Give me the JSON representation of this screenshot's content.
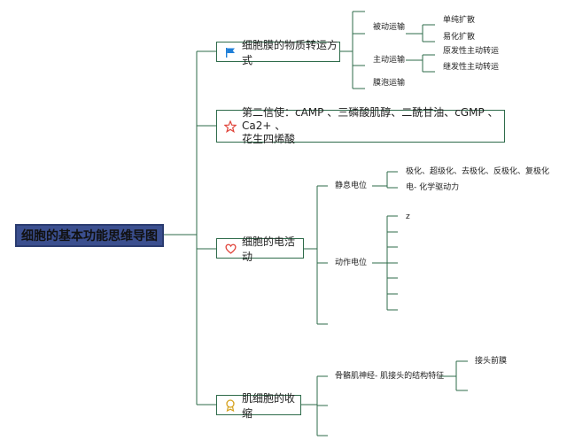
{
  "root": {
    "label": "细胞的基本功能思维导图"
  },
  "branches": {
    "transport": {
      "label": "细胞膜的物质转运方式",
      "icon": "flag-icon",
      "passive": {
        "label": "被动运输",
        "items": [
          "单纯扩散",
          "易化扩散"
        ]
      },
      "active": {
        "label": "主动运输",
        "items": [
          "原发性主动转运",
          "继发性主动转运"
        ]
      },
      "vesicle": {
        "label": "膜泡运输"
      }
    },
    "messenger": {
      "label_line1": "第二信使：cAMP 、三磷酸肌醇、二酰甘油、cGMP 、Ca2+ 、",
      "label_line2": "花生四烯酸",
      "icon": "star-icon"
    },
    "electric": {
      "label": "细胞的电活动",
      "icon": "heart-icon",
      "resting": {
        "label": "静息电位",
        "items": [
          "极化、超级化、去极化、反极化、复极化",
          "电- 化学驱动力"
        ]
      },
      "action": {
        "label": "动作电位",
        "items": [
          "z"
        ]
      }
    },
    "muscle": {
      "label": "肌细胞的收缩",
      "icon": "medal-icon",
      "nmj": {
        "label": "骨骼肌神经- 肌接头的结构特征",
        "items": [
          "接头前膜"
        ]
      }
    }
  },
  "colors": {
    "line": "#2e6b4a",
    "root_fill": "#3b4f8f",
    "flag": "#1f7fd8",
    "star": "#e0443a",
    "heart": "#e0443a",
    "medal": "#d6a21e"
  }
}
